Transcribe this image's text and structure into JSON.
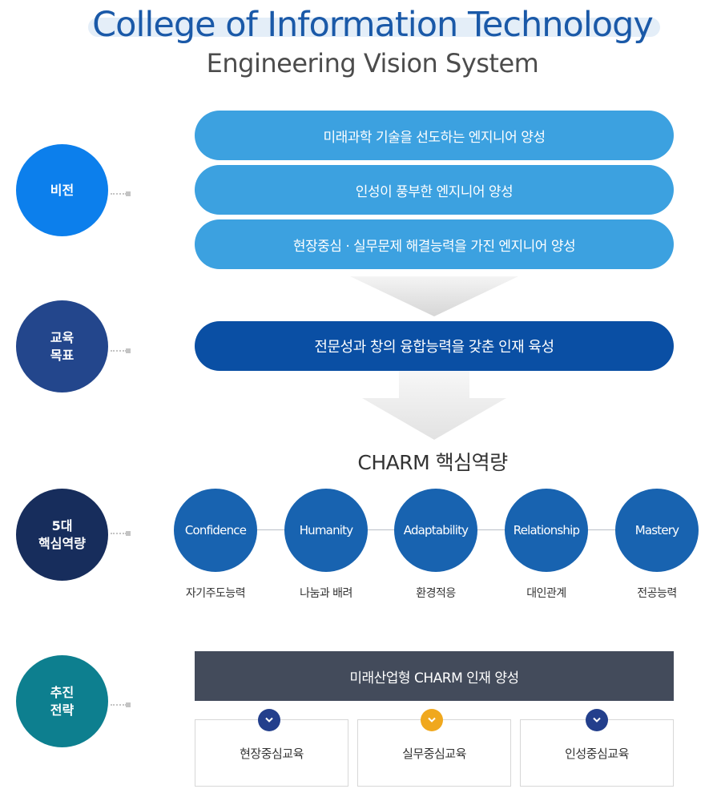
{
  "header": {
    "title": "College of Information Technology",
    "subtitle": "Engineering Vision System"
  },
  "sections": {
    "vision": "비전",
    "goal": "교육\n목표",
    "competency": "5대\n핵심역량",
    "strategy": "추진\n전략"
  },
  "vision_items": [
    "미래과학 기술을 선도하는 엔지니어 양성",
    "인성이 풍부한 엔지니어 양성",
    "현장중심 · 실무문제 해결능력을 가진 엔지니어 양성"
  ],
  "goal_item": "전문성과 창의 융합능력을 갖춘 인재 육성",
  "charm": {
    "title": "CHARM 핵심역량",
    "items": [
      {
        "name": "Confidence",
        "desc": "자기주도능력"
      },
      {
        "name": "Humanity",
        "desc": "나눔과 배려"
      },
      {
        "name": "Adaptability",
        "desc": "환경적응"
      },
      {
        "name": "Relationship",
        "desc": "대인관계"
      },
      {
        "name": "Mastery",
        "desc": "전공능력"
      }
    ]
  },
  "strategy": {
    "title": "미래산업형 CHARM 인재 양성",
    "items": [
      {
        "label": "현장중심교육",
        "icon": "chevron-down-icon",
        "color": "#233f8c"
      },
      {
        "label": "실무중심교육",
        "icon": "chevron-down-icon",
        "color": "#f0a81e"
      },
      {
        "label": "인성중심교육",
        "icon": "chevron-down-icon",
        "color": "#233f8c"
      }
    ]
  },
  "colors": {
    "vision": "#0c7fec",
    "goal": "#23468c",
    "competency": "#172d5c",
    "strategy": "#0d7f8f"
  }
}
